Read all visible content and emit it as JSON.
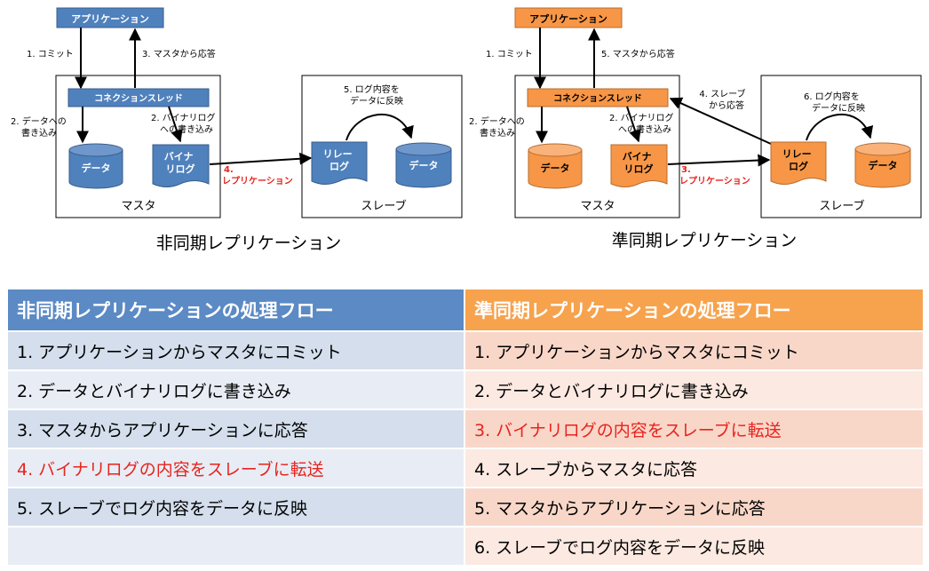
{
  "async_diagram": {
    "app": "アプリケーション",
    "step1": "1. コミット",
    "step3": "3. マスタから応答",
    "conn_thread": "コネクションスレッド",
    "step2a": [
      "2. データへの",
      "書き込み"
    ],
    "step2b": [
      "2. バイナリログ",
      "への書き込み"
    ],
    "data": "データ",
    "binlog": [
      "バイナ",
      "リログ"
    ],
    "step4": [
      "4.",
      "レプリケーション"
    ],
    "relay": [
      "リレー",
      "ログ"
    ],
    "slave_data": "データ",
    "step5": [
      "5. ログ内容を",
      "データに反映"
    ],
    "master_label": "マスタ",
    "slave_label": "スレーブ",
    "caption": "非同期レプリケーション",
    "color_fill": "#4f81bd",
    "color_stroke": "#385d8a"
  },
  "semi_diagram": {
    "app": "アプリケーション",
    "step1": "1. コミット",
    "step5": "5. マスタから応答",
    "conn_thread": "コネクションスレッド",
    "step4": [
      "4. スレーブ",
      "から応答"
    ],
    "step2a": [
      "2. データへの",
      "書き込み"
    ],
    "step2b": [
      "2. バイナリログ",
      "への書き込み"
    ],
    "data": "データ",
    "binlog": [
      "バイナ",
      "リログ"
    ],
    "step3": [
      "3.",
      "レプリケーション"
    ],
    "relay": [
      "リレー",
      "ログ"
    ],
    "slave_data": "データ",
    "step6": [
      "6. ログ内容を",
      "データに反映"
    ],
    "master_label": "マスタ",
    "slave_label": "スレーブ",
    "caption": "準同期レプリケーション",
    "color_fill": "#f79646",
    "color_stroke": "#b66d31"
  },
  "table": {
    "header_async": "非同期レプリケーションの処理フロー",
    "header_semi": "準同期レプリケーションの処理フロー",
    "rows": [
      {
        "async": "1. アプリケーションからマスタにコミット",
        "semi": "1. アプリケーションからマスタにコミット"
      },
      {
        "async": "2. データとバイナリログに書き込み",
        "semi": "2. データとバイナリログに書き込み"
      },
      {
        "async": "3. マスタからアプリケーションに応答",
        "semi": "3. バイナリログの内容をスレーブに転送"
      },
      {
        "async": "4. バイナリログの内容をスレーブに転送",
        "semi": "4. スレーブからマスタに応答"
      },
      {
        "async": "5. スレーブでログ内容をデータに反映",
        "semi": "5. マスタからアプリケーションに応答"
      },
      {
        "async": "",
        "semi": "6. スレーブでログ内容をデータに反映"
      }
    ],
    "color_header_async": "#5b8ac5",
    "color_header_semi": "#f7a24d",
    "color_highlight": "#e8231d"
  }
}
